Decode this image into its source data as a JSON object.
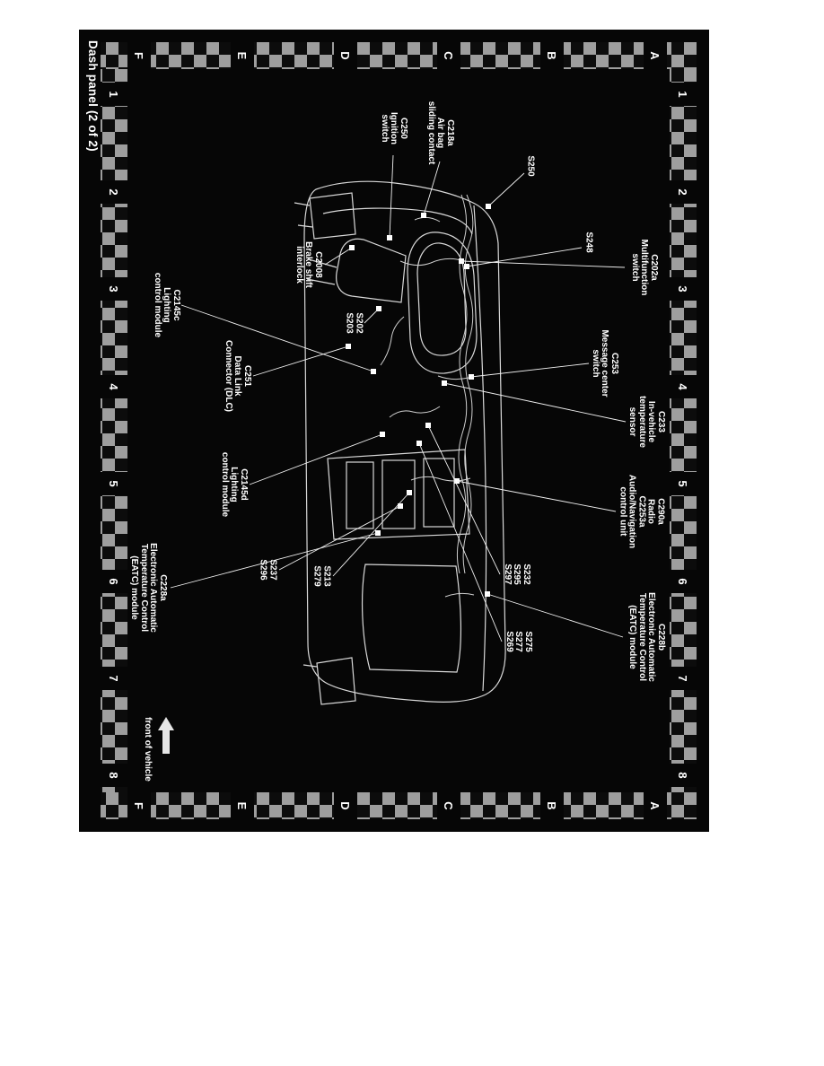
{
  "page": {
    "title": "Dash panel (2 of 2)",
    "front_arrow_label": "front of vehicle"
  },
  "grid": {
    "letters": [
      "A",
      "B",
      "C",
      "D",
      "E",
      "F"
    ],
    "numbers": [
      "1",
      "2",
      "3",
      "4",
      "5",
      "6",
      "7",
      "8"
    ]
  },
  "callouts": [
    {
      "id": "s250",
      "lines": [
        "S250"
      ]
    },
    {
      "id": "s248",
      "lines": [
        "S248"
      ]
    },
    {
      "id": "c202a",
      "lines": [
        "C202a",
        "Multifunction",
        "switch"
      ]
    },
    {
      "id": "c218a",
      "lines": [
        "C218a",
        "Air bag",
        "sliding contact"
      ]
    },
    {
      "id": "c250",
      "lines": [
        "C250",
        "Ignition",
        "switch"
      ]
    },
    {
      "id": "c2008",
      "lines": [
        "C2008",
        "Brake shift",
        "interlock"
      ]
    },
    {
      "id": "s202-s203",
      "lines": [
        "S202",
        "S203"
      ]
    },
    {
      "id": "c2145c",
      "lines": [
        "C2145c",
        "Lighting",
        "control module"
      ]
    },
    {
      "id": "c251",
      "lines": [
        "C251",
        "Data Link",
        "Connector (DLC)"
      ]
    },
    {
      "id": "c253",
      "lines": [
        "C253",
        "Message center",
        "switch"
      ]
    },
    {
      "id": "c233",
      "lines": [
        "C233",
        "In-vehicle",
        "temperature",
        "sensor"
      ]
    },
    {
      "id": "c290a-c2253a",
      "lines": [
        "C290a",
        "Radio",
        "C2253a",
        "Audio/Navigation",
        "control unit"
      ]
    },
    {
      "id": "c2145d",
      "lines": [
        "C2145d",
        "Lighting",
        "control module"
      ]
    },
    {
      "id": "c228a",
      "lines": [
        "C228a",
        "Electronic Automatic",
        "Temperature Control",
        "(EATC) module"
      ]
    },
    {
      "id": "s237-s296",
      "lines": [
        "S237",
        "S296"
      ]
    },
    {
      "id": "s213-s279",
      "lines": [
        "S213",
        "S279"
      ]
    },
    {
      "id": "s232-s295-s297",
      "lines": [
        "S232",
        "S295",
        "S297"
      ]
    },
    {
      "id": "s275-s277-s269",
      "lines": [
        "S275",
        "S277",
        "S269"
      ]
    },
    {
      "id": "c228b",
      "lines": [
        "C228b",
        "Electronic Automatic",
        "Temperature Control",
        "(EATC) module"
      ]
    }
  ]
}
